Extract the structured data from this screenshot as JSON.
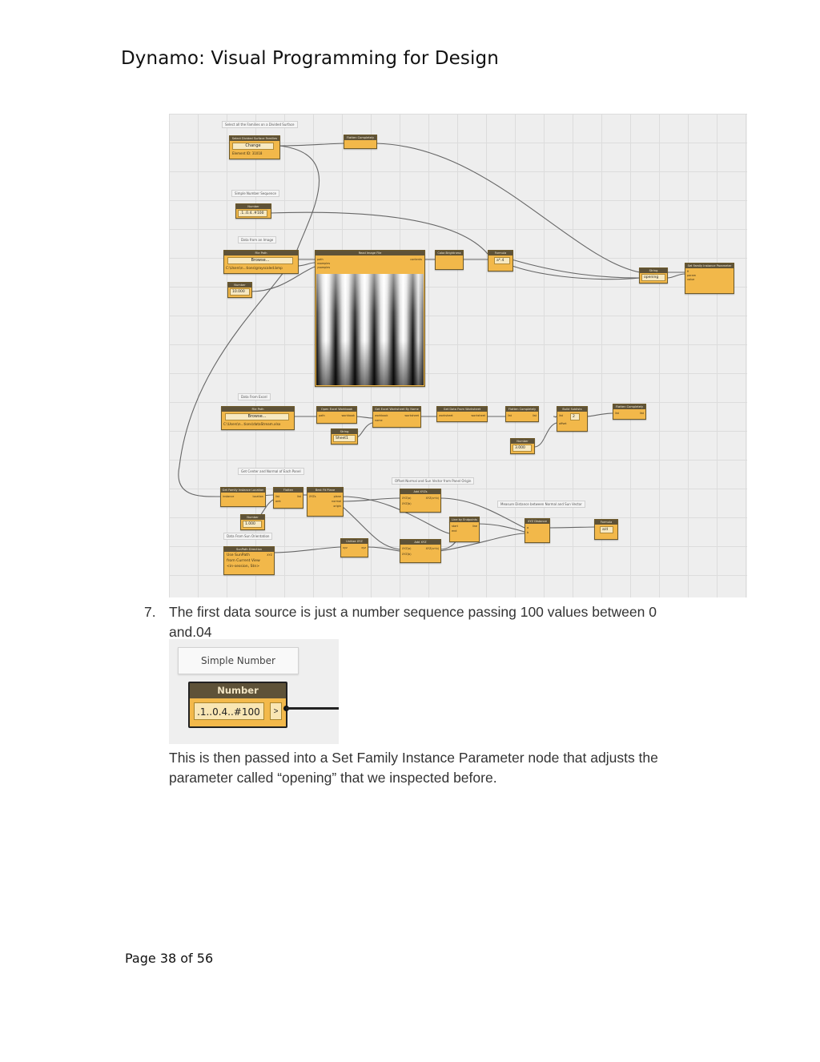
{
  "header": {
    "title": "Dynamo:  Visual Programming for Design"
  },
  "graph": {
    "notes": {
      "select_families": "Select all the Families on a Divided Surface",
      "simple_number_sequence": "Simple Number Sequence",
      "data_from_image": "Data from an Image",
      "data_from_excel": "Data From Excel",
      "get_center_normal": "Get Center and Normal of Each Panel",
      "offset_normal": "Offset Normal and Sun Vector from Panel Origin",
      "measure_distance": "Measure Distance between  Normal and Sun Vector",
      "data_from_sun": "Data From Sun Orientation"
    },
    "nodes": {
      "select_divided": {
        "title": "Select Divided Surface Families",
        "value": "Change",
        "sub": "Element ID: 31018"
      },
      "flatten_top": {
        "title": "Flatten Completely"
      },
      "number_seq": {
        "title": "Number",
        "value": ".1..0.4..#100"
      },
      "file_path_img": {
        "title": "File Path",
        "value": "Browse...",
        "sub": "C:\\Users\\n...tions\\grayscaled.bmp"
      },
      "number_img": {
        "title": "Number",
        "value": "10.000"
      },
      "read_image": {
        "title": "Read Image File",
        "ports_in": [
          "path",
          "xsamples",
          "ysamples"
        ],
        "port_out": "contents"
      },
      "color_brightness": {
        "title": "Color.Brightness"
      },
      "formula_top": {
        "title": "Formula",
        "value": "a*.4"
      },
      "string_opening": {
        "title": "String",
        "value": "opening"
      },
      "set_family_param": {
        "title": "Set Family Instance Parameter",
        "ports_in": [
          "fi",
          "param",
          "value"
        ]
      },
      "file_path_excel": {
        "title": "File Path",
        "value": "Browse...",
        "sub": "C:\\Users\\n...tions\\dataStream.xlsx"
      },
      "open_workbook": {
        "title": "Open Excel Workbook",
        "port_in": "path",
        "port_out": "workbook"
      },
      "string_sheet": {
        "title": "String",
        "value": "Sheet1"
      },
      "get_worksheet": {
        "title": "Get Excel Worksheet By Name",
        "ports_in": [
          "workbook",
          "name"
        ],
        "port_out": "worksheet"
      },
      "get_data_worksheet": {
        "title": "Get Data From Worksheet",
        "port_in": "worksheet",
        "port_out": "worksheet"
      },
      "flatten_excel": {
        "title": "Flatten Completely",
        "port_in": "list",
        "port_out": "list"
      },
      "build_sublists": {
        "title": "Build Sublists",
        "port_in": "list",
        "value": "2",
        "port_offset": "offset"
      },
      "flatten_right": {
        "title": "Flatten Completely",
        "port_in": "list",
        "port_out": "list"
      },
      "number_excel": {
        "title": "Number",
        "value": "3.000"
      },
      "get_fam_location": {
        "title": "Get Family Instance Location",
        "port_in": "instance",
        "port_out": "location"
      },
      "flatten_loc": {
        "title": "Flatten",
        "ports_in": [
          "list",
          "amt"
        ],
        "port_out": "list"
      },
      "number_one": {
        "title": "Number",
        "value": "1.000"
      },
      "best_fit_plane": {
        "title": "Best Fit Plane",
        "port_in": "XYZs",
        "ports_out": [
          "plane",
          "normal",
          "origin"
        ]
      },
      "add_xyzs_top": {
        "title": "Add XYZs",
        "ports_in": [
          "XYZ(a)",
          "XYZ(b)"
        ],
        "port_out": "XYZ(a+b)"
      },
      "line_by_endpoints": {
        "title": "Line by Endpoints",
        "ports_in": [
          "start",
          "end"
        ],
        "port_out": "line"
      },
      "xyz_distance": {
        "title": "XYZ Distance",
        "ports_in": [
          "a",
          "b"
        ]
      },
      "formula_bottom": {
        "title": "Formula",
        "value": "a/d"
      },
      "unitize_xyz": {
        "title": "Unitize XYZ",
        "port_in": "xyz",
        "port_out": "xyz"
      },
      "add_xyz_bottom": {
        "title": "Add XYZ",
        "ports_in": [
          "XYZ(a)",
          "XYZ(b)"
        ],
        "port_out": "XYZ(a+b)"
      },
      "sunpath_direction": {
        "title": "SunPath Direction",
        "lines": [
          "Use SunPath",
          "from Current View",
          "<in-session, Stn>"
        ],
        "port_out": "XYZ"
      }
    }
  },
  "step": {
    "number": "7.",
    "text": "The first data source is just a number sequence passing 100 values between 0 and.04"
  },
  "snippet": {
    "note": "Simple Number Sequence",
    "node_title": "Number",
    "node_value": ".1..0.4..#100",
    "port": ">"
  },
  "paragraph": "This is then passed into a Set Family Instance Parameter node that adjusts the parameter called “opening” that we inspected before.",
  "footer": {
    "page": "Page 38 of 56"
  }
}
